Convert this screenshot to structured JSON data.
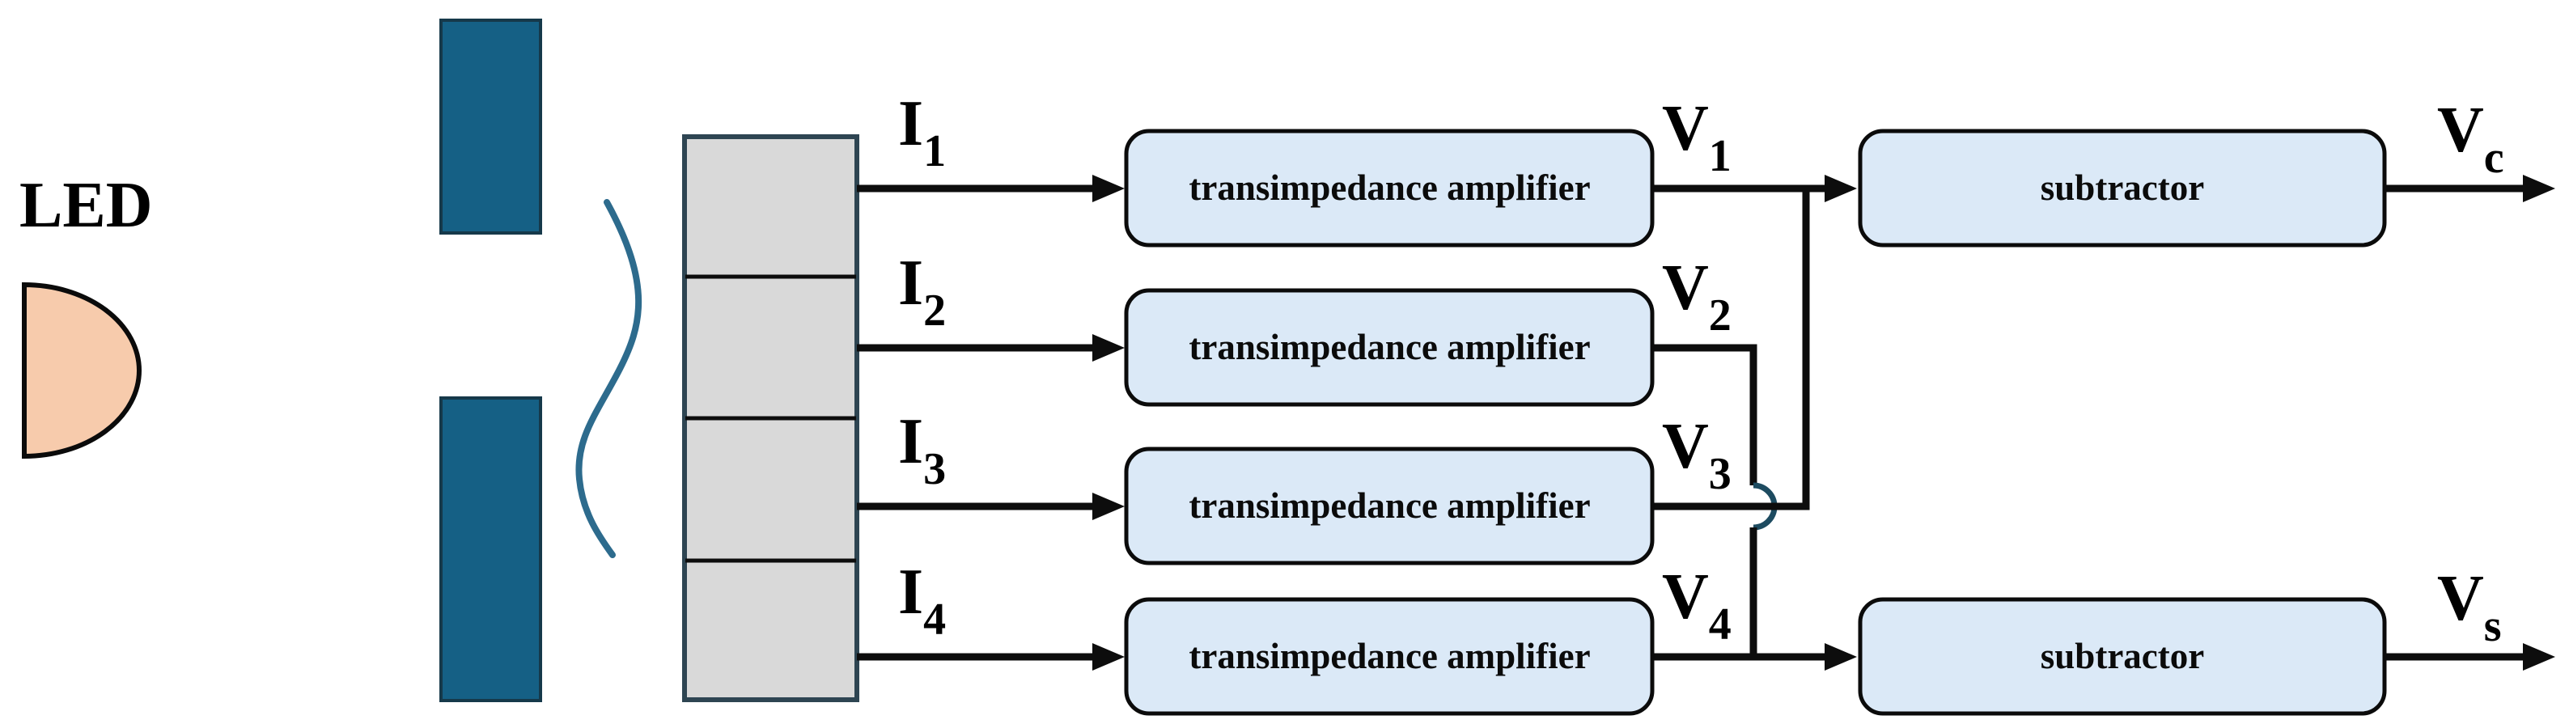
{
  "led": {
    "label": "LED"
  },
  "photodetector": {
    "segment_count": 4
  },
  "currents": [
    {
      "base": "I",
      "sub": "1"
    },
    {
      "base": "I",
      "sub": "2"
    },
    {
      "base": "I",
      "sub": "3"
    },
    {
      "base": "I",
      "sub": "4"
    }
  ],
  "amplifiers": [
    {
      "label": "transimpedance amplifier"
    },
    {
      "label": "transimpedance amplifier"
    },
    {
      "label": "transimpedance amplifier"
    },
    {
      "label": "transimpedance amplifier"
    }
  ],
  "voltages": [
    {
      "base": "V",
      "sub": "1"
    },
    {
      "base": "V",
      "sub": "2"
    },
    {
      "base": "V",
      "sub": "3"
    },
    {
      "base": "V",
      "sub": "4"
    }
  ],
  "subtractors": [
    {
      "label": "subtractor"
    },
    {
      "label": "subtractor"
    }
  ],
  "outputs": [
    {
      "base": "V",
      "sub": "c"
    },
    {
      "base": "V",
      "sub": "s"
    }
  ],
  "colors": {
    "slit_fill": "#156085",
    "slit_border": "#16394a",
    "detector_fill": "#d9d9d9",
    "detector_border": "#2e4552",
    "detector_divider": "#0d0d0d",
    "box_fill": "#dbe9f7",
    "box_border": "#0b0b0b",
    "led_fill": "#f7cbac",
    "led_border": "#0b0b0b",
    "wire": "#0d0d0d",
    "lens_curve": "#2d6b8d",
    "hop": "#1d4b60"
  }
}
